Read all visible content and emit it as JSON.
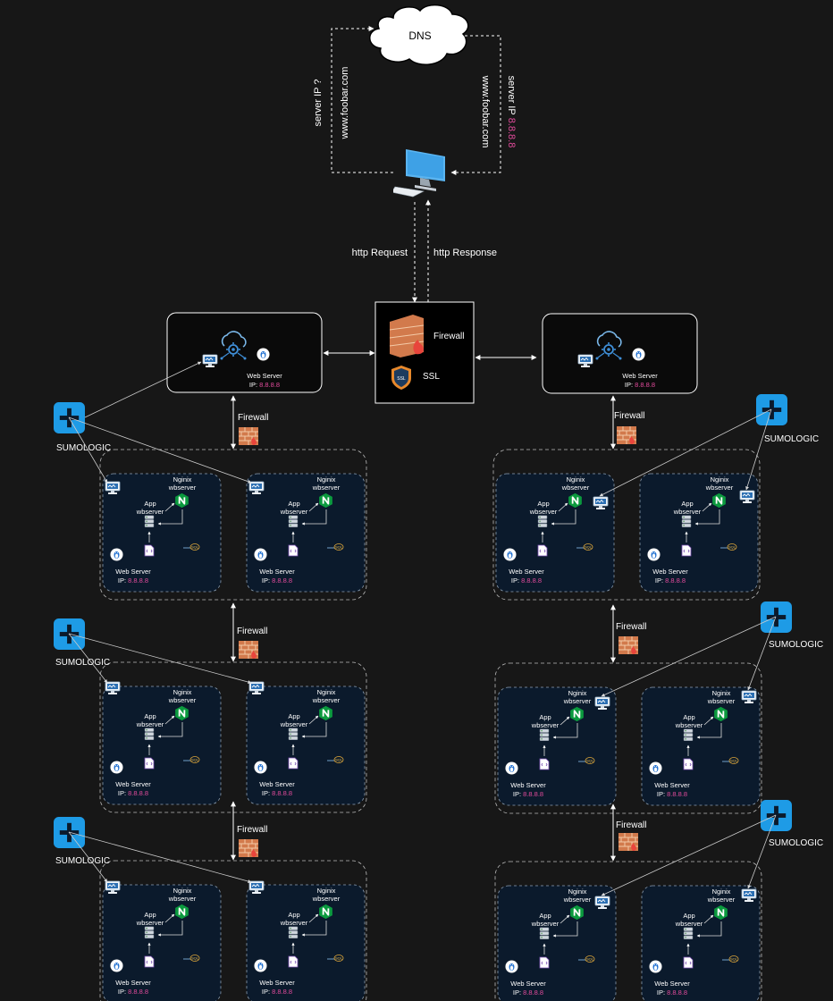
{
  "dns": {
    "label": "DNS"
  },
  "dns_flow": {
    "query_label": "server IP ?",
    "domain_left": "www.foobar.com",
    "domain_right": "www.foobar.com",
    "answer_label": "server IP",
    "answer_ip": "8.8.8.8"
  },
  "http": {
    "request_label": "http Request",
    "response_label": "http Response"
  },
  "gateway": {
    "firewall_label": "Firewall",
    "ssl_label": "SSL"
  },
  "load_balancer": {
    "label": "Web Server",
    "ip_prefix": "IP: ",
    "ip": "8.8.8.8"
  },
  "firewall_label": "Firewall",
  "sumologic_label": "SUMOLOGIC",
  "node": {
    "nginx_line1": "Nginix",
    "nginx_line2": "wbserver",
    "app_line1": "App",
    "app_line2": "wbserver",
    "server_label": "Web Server",
    "ip_prefix": "IP: ",
    "ip": "8.8.8.8",
    "db_label": "SQL"
  },
  "colors": {
    "background": "#171717",
    "node_fill": "#0b1a2c",
    "ip_accent": "#e14b9b",
    "sumologic_blue": "#1e9be6",
    "nginx_green": "#0b9a3e",
    "firewall_brick": "#d27a4c"
  }
}
